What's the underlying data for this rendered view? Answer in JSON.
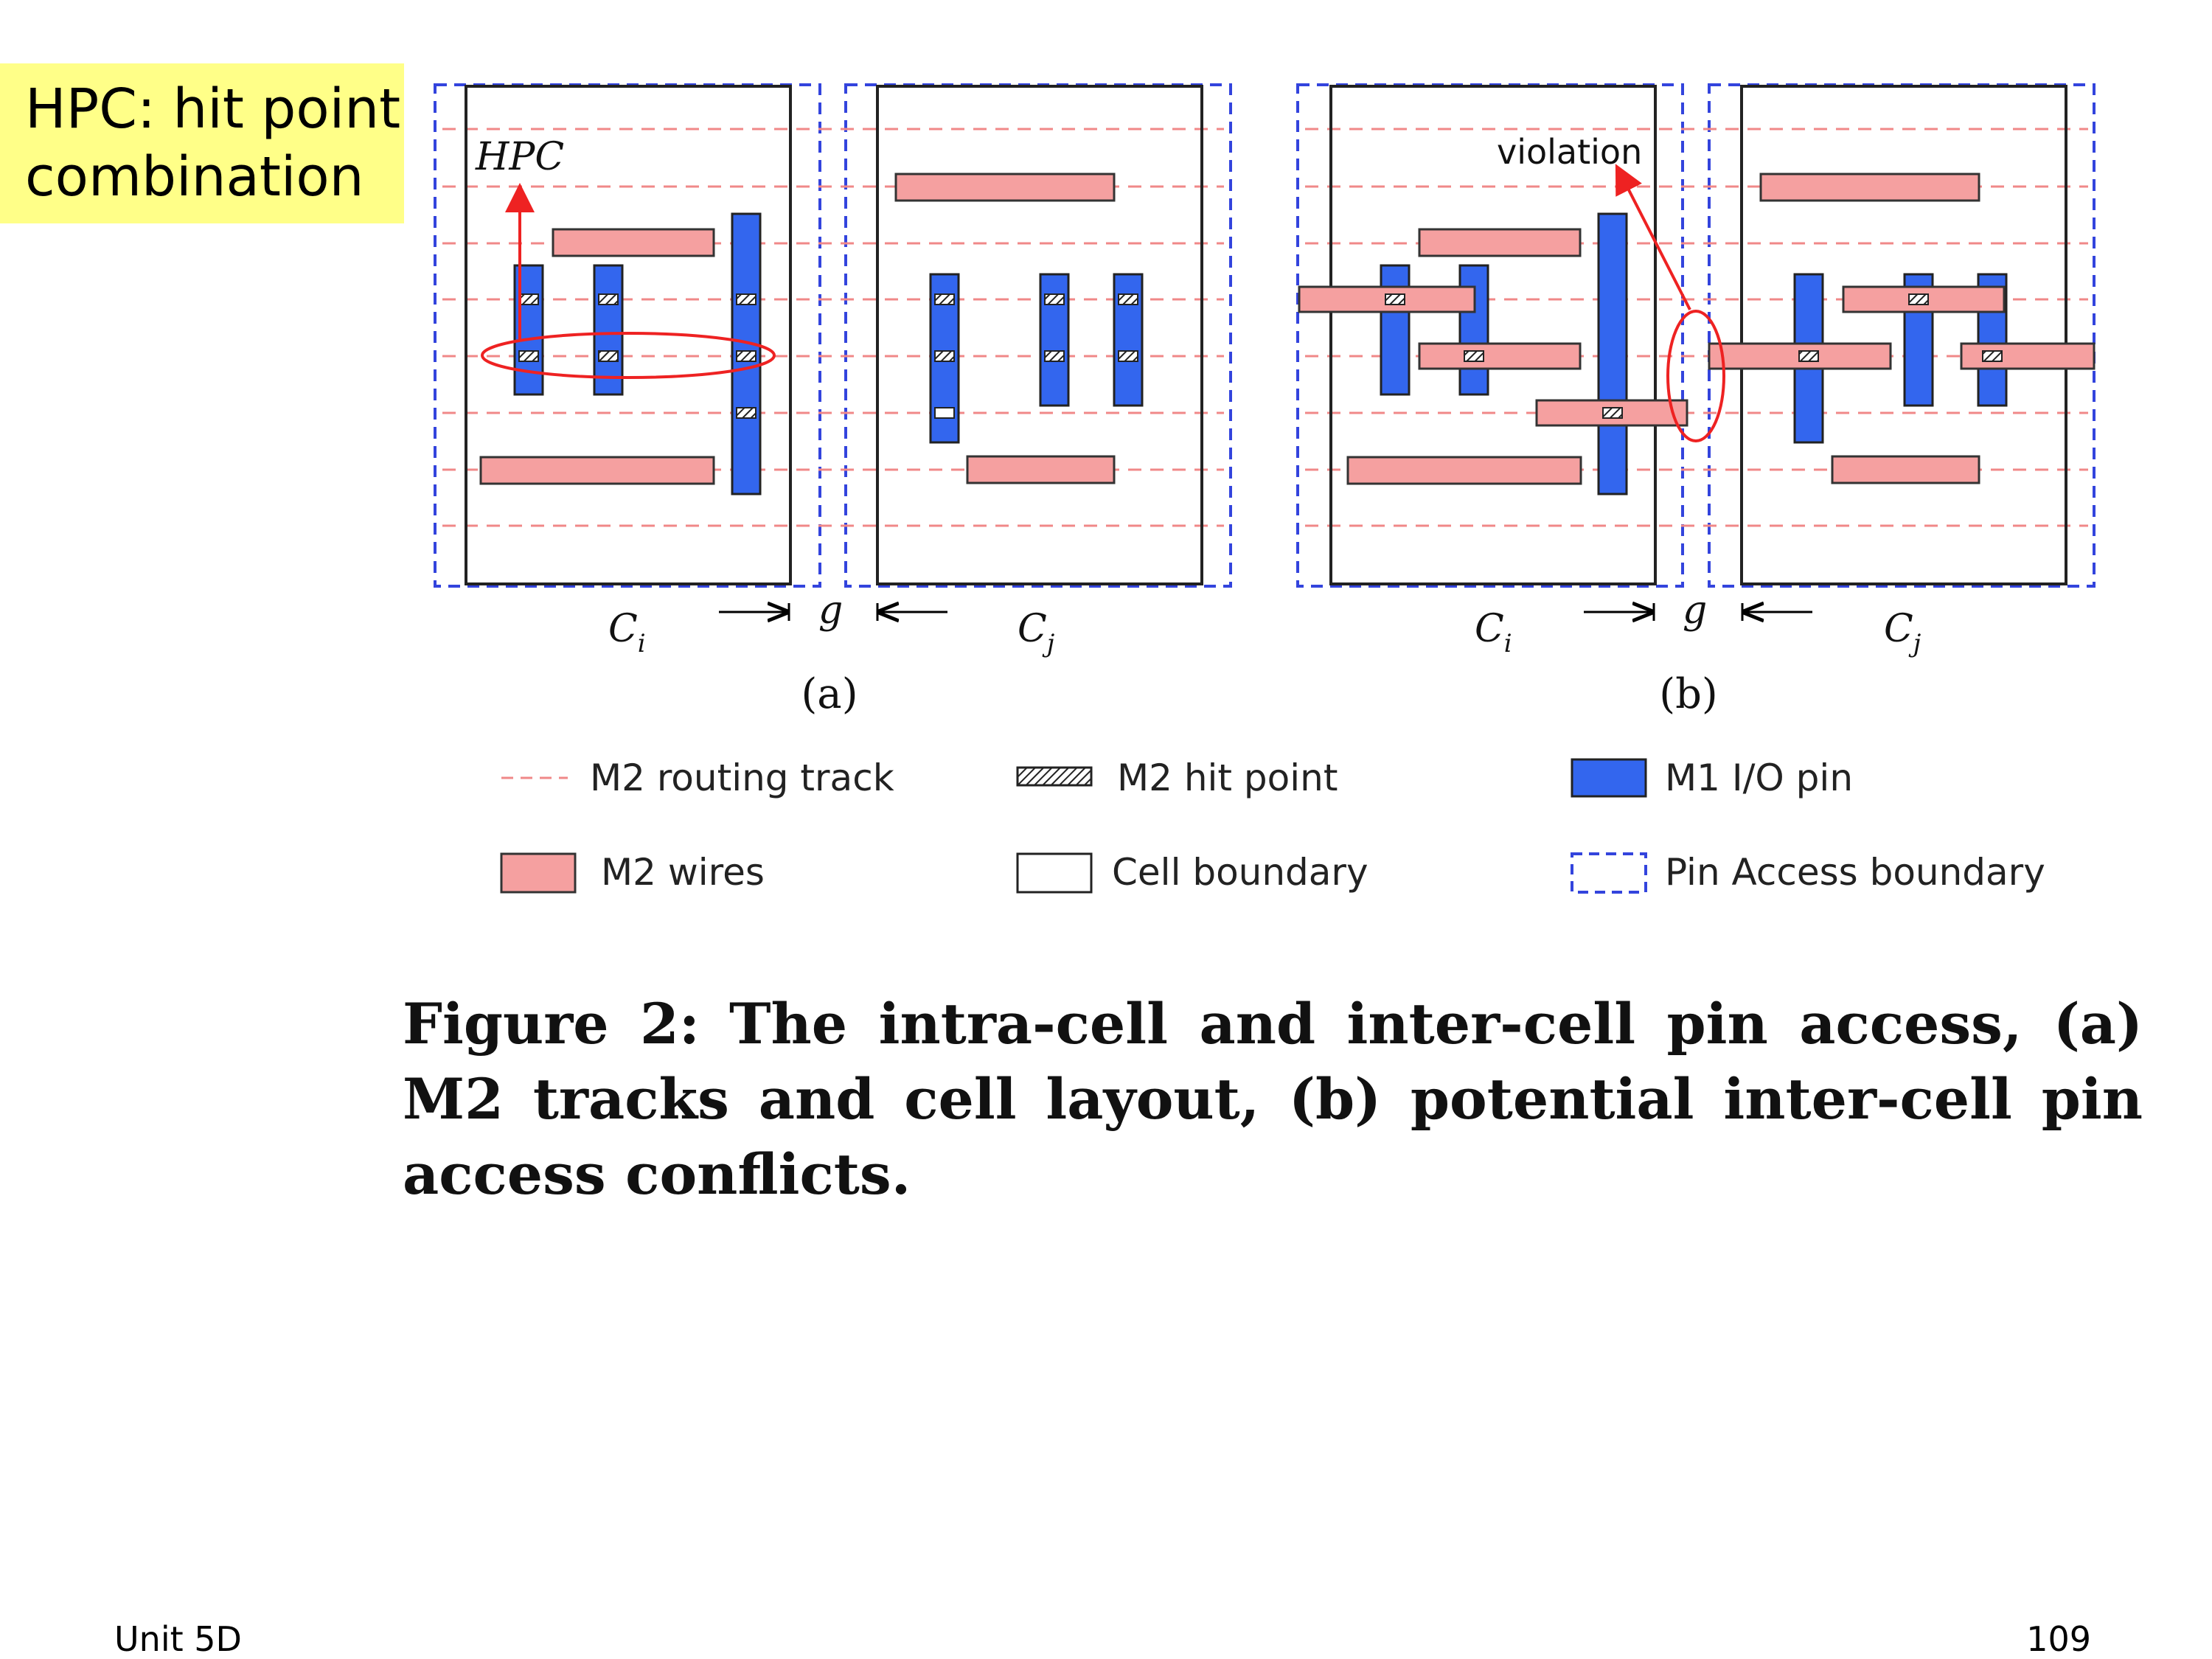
{
  "callout": {
    "line1": "HPC: hit point",
    "line2": "combination"
  },
  "panel_a": {
    "hpc_label": "HPC",
    "cell_i": "C",
    "cell_i_sub": "i",
    "cell_j": "C",
    "cell_j_sub": "j",
    "gap": "g",
    "sublabel": "(a)"
  },
  "panel_b": {
    "violation_label": "violation",
    "cell_i": "C",
    "cell_i_sub": "i",
    "cell_j": "C",
    "cell_j_sub": "j",
    "gap": "g",
    "sublabel": "(b)"
  },
  "legend": {
    "routing_track": "M2 routing track",
    "hit_point": "M2 hit point",
    "io_pin": "M1 I/O pin",
    "wires": "M2 wires",
    "cell_boundary": "Cell boundary",
    "pin_access_boundary": "Pin Access boundary"
  },
  "colors": {
    "m2_wire": "#f5a0a0",
    "m1_pin": "#3366ee",
    "track": "#f08888",
    "pin_access": "#3344dd",
    "callout_bg": "#ffff88",
    "annotation": "#ee2222"
  },
  "caption": {
    "number": "Figure 2:",
    "text": "The intra-cell and inter-cell pin access, (a) M2 tracks and cell layout, (b) potential inter-cell pin access conflicts."
  },
  "footer": {
    "left": "Unit 5D",
    "right": "109"
  }
}
